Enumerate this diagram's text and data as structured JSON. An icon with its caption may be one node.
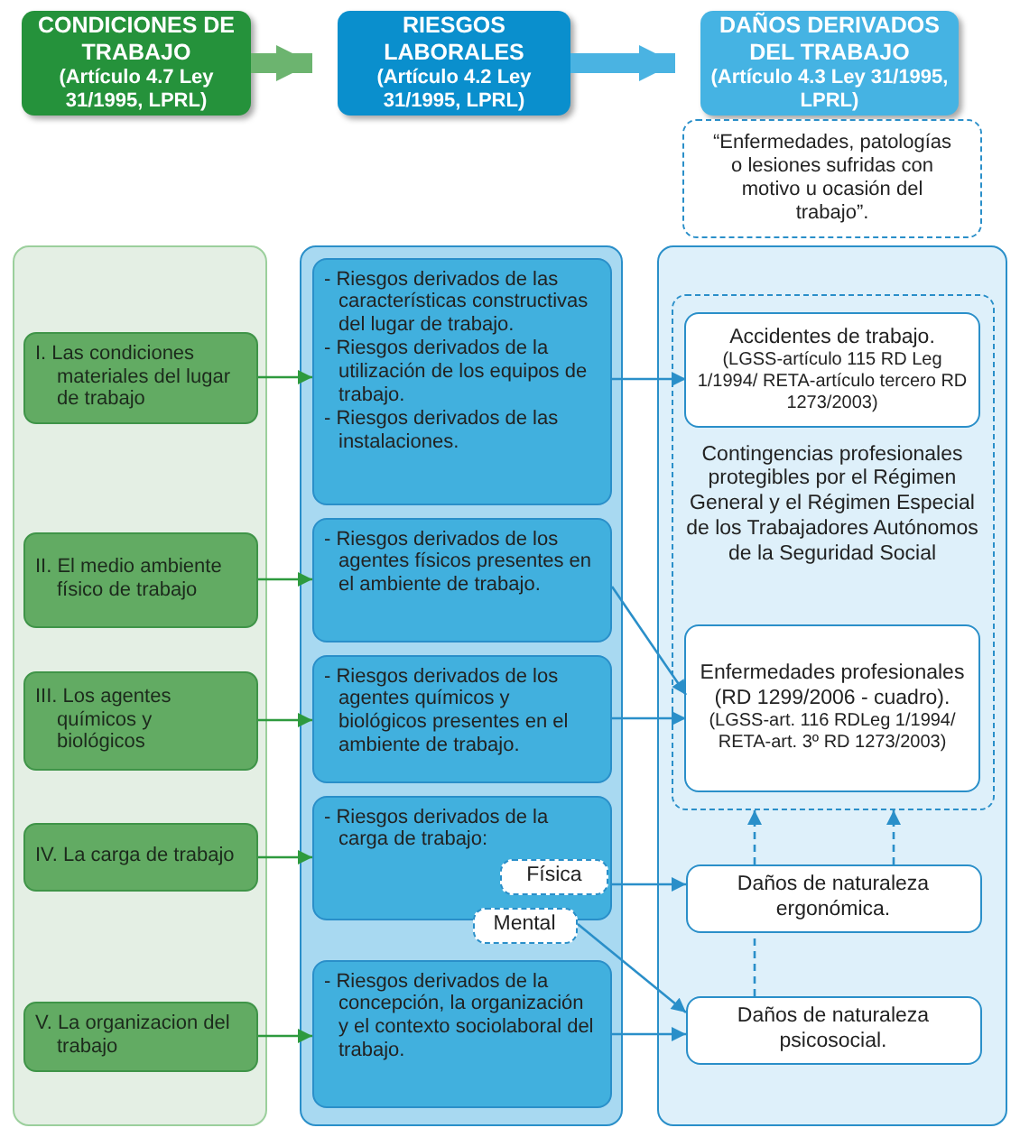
{
  "diagram": {
    "nodes": [
      {
        "text": [
          "CONDICIONES DE TRABAJO",
          "(Artículo 4.7 Ley 31/1995, LPRL)"
        ]
      },
      {
        "text": [
          "RIESGOS LABORALES",
          "(Artículo 4.2 Ley 31/1995, LPRL)"
        ]
      },
      {
        "text": [
          "DAÑOS DERIVADOS DEL TRABAJO",
          "(Artículo 4.3 Ley 31/1995, LPRL)"
        ]
      },
      {
        "text": [
          "“Enfermedades, patologías o lesiones sufridas con motivo u ocasión del trabajo”."
        ]
      },
      {
        "text": [],
        "shape": "box"
      },
      {
        "text": [
          "I. Las condiciones materiales del lugar de trabajo"
        ],
        "in": 4
      },
      {
        "text": [
          "II. El medio ambiente físico de trabajo"
        ],
        "in": 4
      },
      {
        "text": [
          "III. Los agentes químicos y biológicos"
        ],
        "in": 4
      },
      {
        "text": [
          "IV. La carga de trabajo"
        ],
        "in": 4
      },
      {
        "text": [
          "V. La organizacion del trabajo"
        ],
        "in": 4
      },
      {
        "text": [],
        "shape": "box"
      },
      {
        "text": [
          "- Riesgos derivados de las características constructivas del lugar de trabajo.",
          "- Riesgos derivados de la utilización de los equipos de trabajo.",
          "- Riesgos derivados de las instalaciones."
        ],
        "in": 10
      },
      {
        "text": [
          "- Riesgos derivados de los agentes físicos presentes en el ambiente de trabajo."
        ],
        "in": 10
      },
      {
        "text": [
          "- Riesgos derivados de los agentes químicos y biológicos presentes en el ambiente de trabajo."
        ],
        "in": 10
      },
      {
        "text": [
          "- Riesgos derivados de la carga de trabajo:"
        ],
        "in": 10
      },
      {
        "text": [
          "- Riesgos derivados de la concepción, la organización y el contexto sociolaboral del trabajo."
        ],
        "in": 10
      },
      {
        "text": [
          "Física"
        ],
        "in": 14
      },
      {
        "text": [
          "Mental"
        ],
        "in": 10
      },
      {
        "text": [],
        "shape": "box"
      },
      {
        "text": [
          "Contingencias profesionales protegibles por el Régimen General y el Régimen Especial de los Trabajadores Autónomos de la Seguridad Social"
        ],
        "in": 18
      },
      {
        "text": [
          "Accidentes de trabajo.",
          "(LGSS-artículo 115 RD Leg 1/1994/ RETA-artículo tercero RD 1273/2003)"
        ],
        "in": 19
      },
      {
        "text": [
          "Enfermedades profesionales (RD 1299/2006 - cuadro).",
          "(LGSS-art. 116 RDLeg 1/1994/ RETA-art. 3º RD 1273/2003)"
        ],
        "in": 19
      },
      {
        "text": [
          "Daños de naturaleza ergonómica."
        ],
        "in": 18
      },
      {
        "text": [
          "Daños de naturaleza psicosocial."
        ],
        "in": 18
      }
    ],
    "edges": [
      {
        "from": 0,
        "to": 1,
        "arrow": "to",
        "style": "thick",
        "color": "#6cb46f"
      },
      {
        "from": 1,
        "to": 2,
        "arrow": "to",
        "style": "thick",
        "color": "#4ab3e2"
      },
      {
        "from": 5,
        "to": 11,
        "arrow": "to",
        "color": "#2e9a3e"
      },
      {
        "from": 6,
        "to": 12,
        "arrow": "to",
        "color": "#2e9a3e"
      },
      {
        "from": 7,
        "to": 13,
        "arrow": "to",
        "color": "#2e9a3e"
      },
      {
        "from": 8,
        "to": 14,
        "arrow": "to",
        "color": "#2e9a3e"
      },
      {
        "from": 9,
        "to": 15,
        "arrow": "to",
        "color": "#2e9a3e"
      },
      {
        "from": 11,
        "to": 20,
        "arrow": "to"
      },
      {
        "from": 12,
        "to": 21,
        "arrow": "to"
      },
      {
        "from": 13,
        "to": 21,
        "arrow": "to"
      },
      {
        "from": 16,
        "to": 22,
        "arrow": "to"
      },
      {
        "from": 17,
        "to": 23,
        "arrow": "to"
      },
      {
        "from": 15,
        "to": 23,
        "arrow": "to"
      },
      {
        "from": 22,
        "to": 19,
        "arrow": "to",
        "style": "dashed"
      },
      {
        "from": 22,
        "to": 19,
        "arrow": "to",
        "style": "dashed"
      },
      {
        "from": 23,
        "to": 22,
        "arrow": "none",
        "style": "dashed"
      }
    ]
  }
}
